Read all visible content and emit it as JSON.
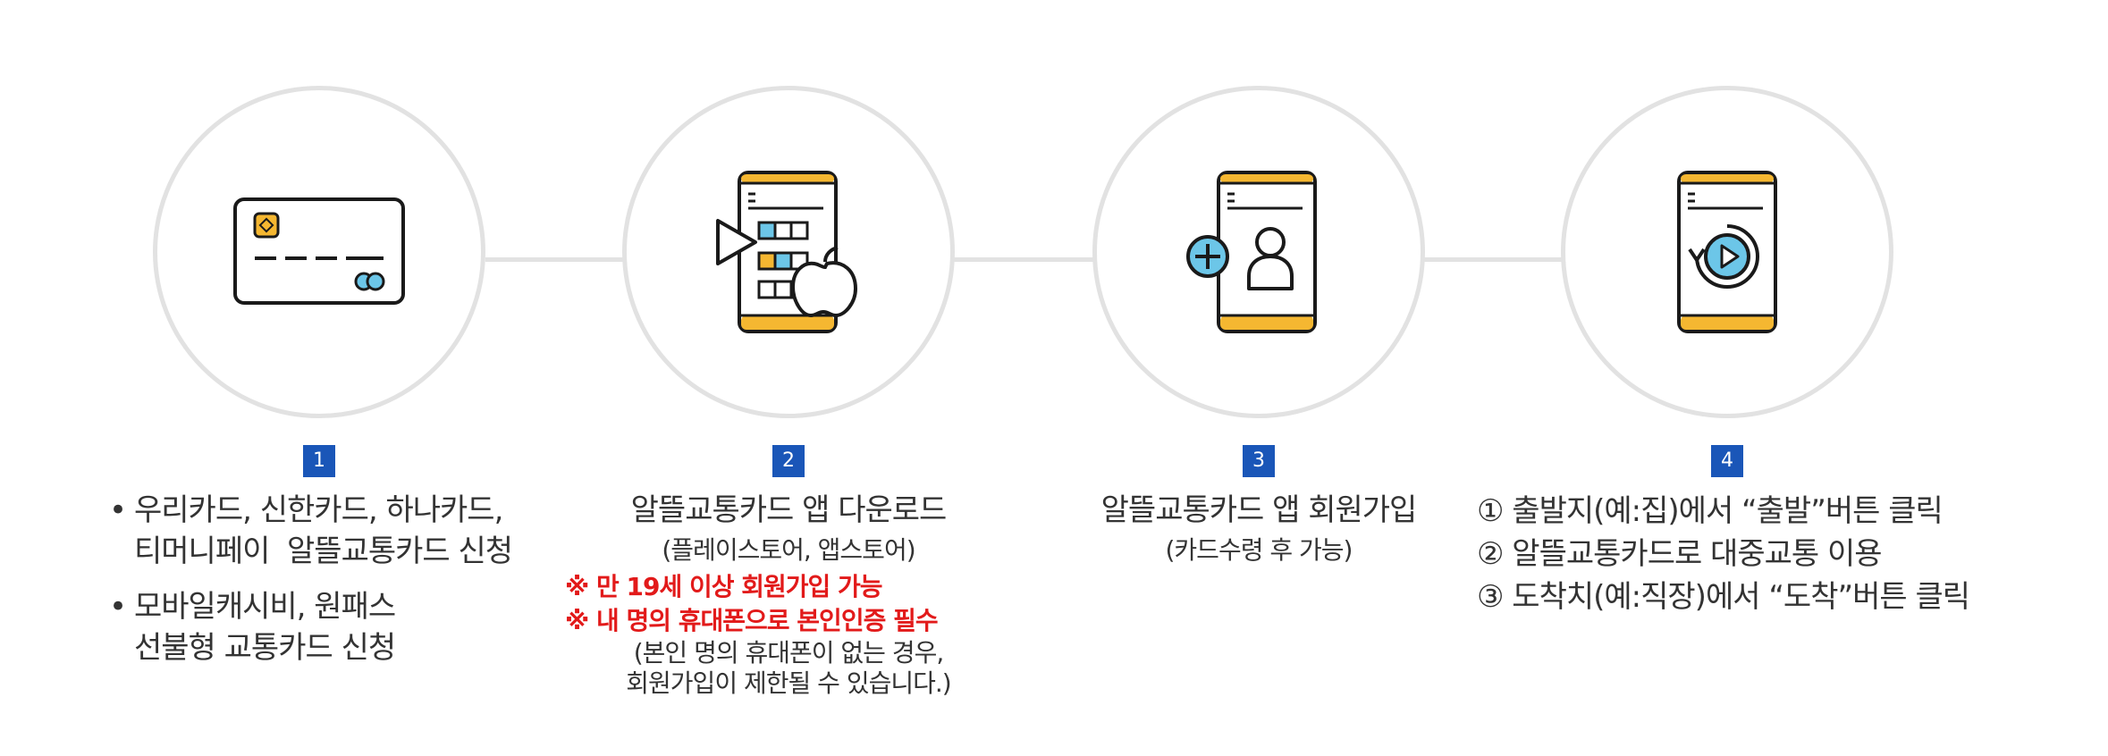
{
  "colors": {
    "badge": "#1a56b8",
    "warning": "#e21a1a",
    "accent_yellow": "#f5b731",
    "accent_blue": "#6cc6e8",
    "ring": "#e2e2e2"
  },
  "steps": [
    {
      "number": "1",
      "icon": "credit-card-icon",
      "bullets": [
        {
          "dot": "•",
          "lines": [
            "우리카드, 신한카드, 하나카드,",
            "티머니페이  알뜰교통카드 신청"
          ]
        },
        {
          "dot": "•",
          "lines": [
            "모바일캐시비, 원패스",
            "선불형 교통카드 신청"
          ]
        }
      ]
    },
    {
      "number": "2",
      "icon": "app-download-icon",
      "title": "알뜰교통카드 앱 다운로드",
      "subtitle": "(플레이스토어, 앱스토어)",
      "warnings": [
        "※ 만 19세 이상 회원가입 가능",
        "※ 내 명의 휴대폰으로 본인인증 필수"
      ],
      "notes": [
        "(본인 명의 휴대폰이 없는 경우,",
        "회원가입이 제한될 수 있습니다.)"
      ]
    },
    {
      "number": "3",
      "icon": "add-user-phone-icon",
      "title": "알뜰교통카드 앱 회원가입",
      "subtitle": "(카드수령 후 가능)"
    },
    {
      "number": "4",
      "icon": "play-phone-icon",
      "lines": [
        "① 출발지(예:집)에서 “출발”버튼 클릭",
        "② 알뜰교통카드로 대중교통 이용",
        "③ 도착치(예:직장)에서 “도착”버튼 클릭"
      ]
    }
  ]
}
